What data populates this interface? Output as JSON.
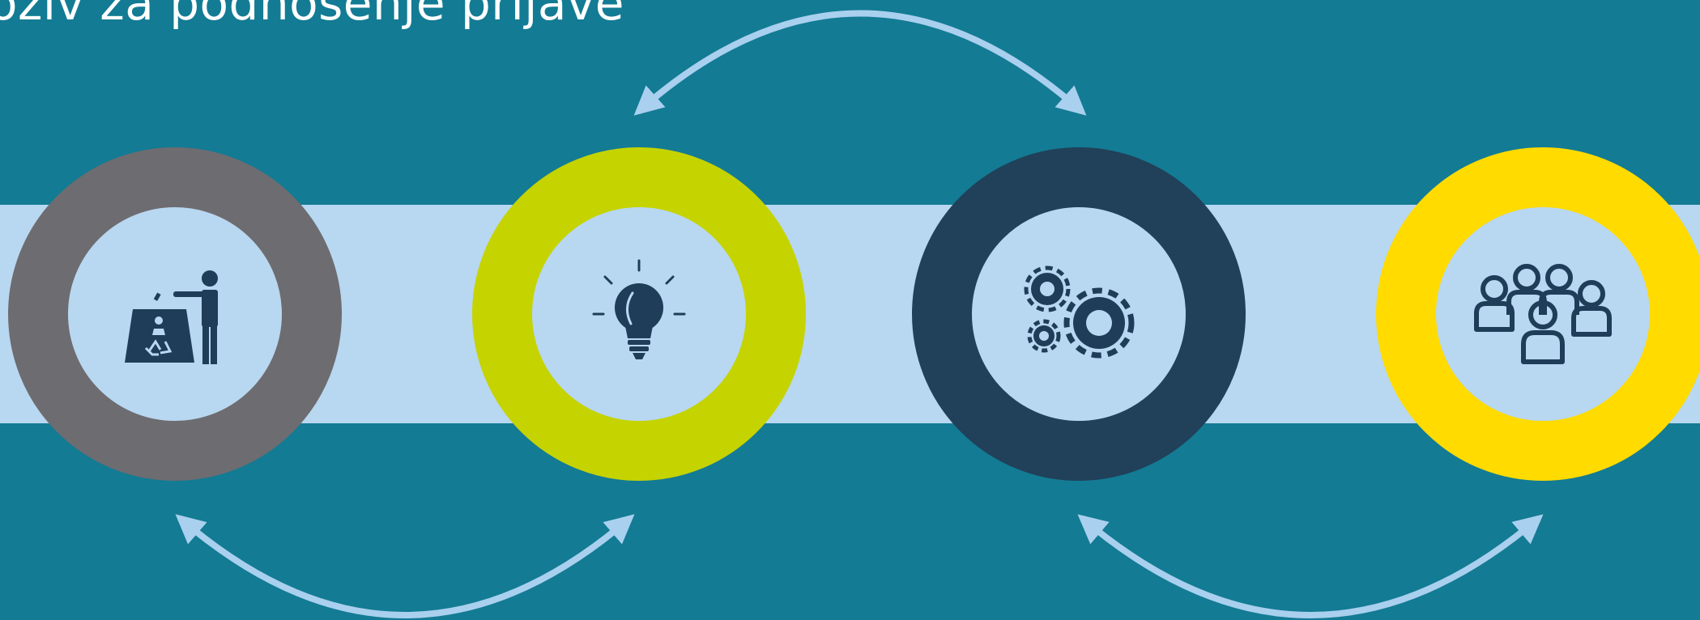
{
  "title": "oziv za podnošenje prijave",
  "colors": {
    "background": "#137b94",
    "band": "#b8d7f0",
    "arrow": "#a9d0ee",
    "icon": "#1f3d58"
  },
  "steps": [
    {
      "icon": "recycle-bin-person-icon",
      "ring_color": "#6d6c70"
    },
    {
      "icon": "lightbulb-icon",
      "ring_color": "#c5d301"
    },
    {
      "icon": "gears-icon",
      "ring_color": "#214059"
    },
    {
      "icon": "people-group-icon",
      "ring_color": "#ffdb00"
    }
  ],
  "arrows": [
    {
      "name": "arrow-step2-to-step3",
      "position": "top"
    },
    {
      "name": "arrow-step1-to-step2",
      "position": "bottom"
    },
    {
      "name": "arrow-step3-to-step4",
      "position": "bottom"
    }
  ]
}
